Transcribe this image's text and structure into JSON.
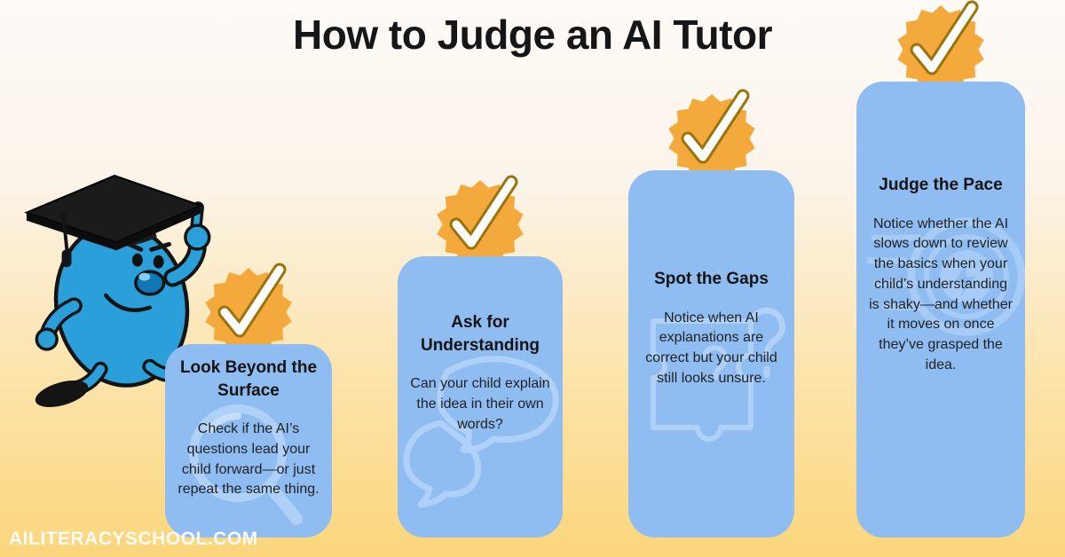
{
  "page": {
    "title": "How to Judge an AI Tutor",
    "watermark": "AILITERACYSCHOOL.COM"
  },
  "colors": {
    "background_top": "#fefaf7",
    "background_bottom": "#fbd67c",
    "card_blue": "#8fbcf1",
    "card_icon_blue": "#afd1f7",
    "badge_orange": "#f3a93c",
    "check_outline_gold": "#9a730a",
    "check_fill": "#ffffff",
    "heading_text": "#141414",
    "body_text": "#222222",
    "mascot_blue": "#2a9fda"
  },
  "steps": [
    {
      "heading": "Look Beyond the Surface",
      "body": "Check if the AI’s questions lead your child forward—or just repeat the same thing.",
      "icon": "magnifier-icon"
    },
    {
      "heading": "Ask for Understanding",
      "body": "Can your child explain the idea in their own words?",
      "icon": "chat-bubbles-icon"
    },
    {
      "heading": "Spot the Gaps",
      "body": "Notice when AI explanations are correct but your child still looks unsure.",
      "icon": "puzzle-question-icon"
    },
    {
      "heading": "Judge the Pace",
      "body": "Notice whether the AI slows down to review the basics when your child’s understanding is shaky—and whether it moves on once they’ve grasped the idea.",
      "icon": "speedometer-icon"
    }
  ]
}
